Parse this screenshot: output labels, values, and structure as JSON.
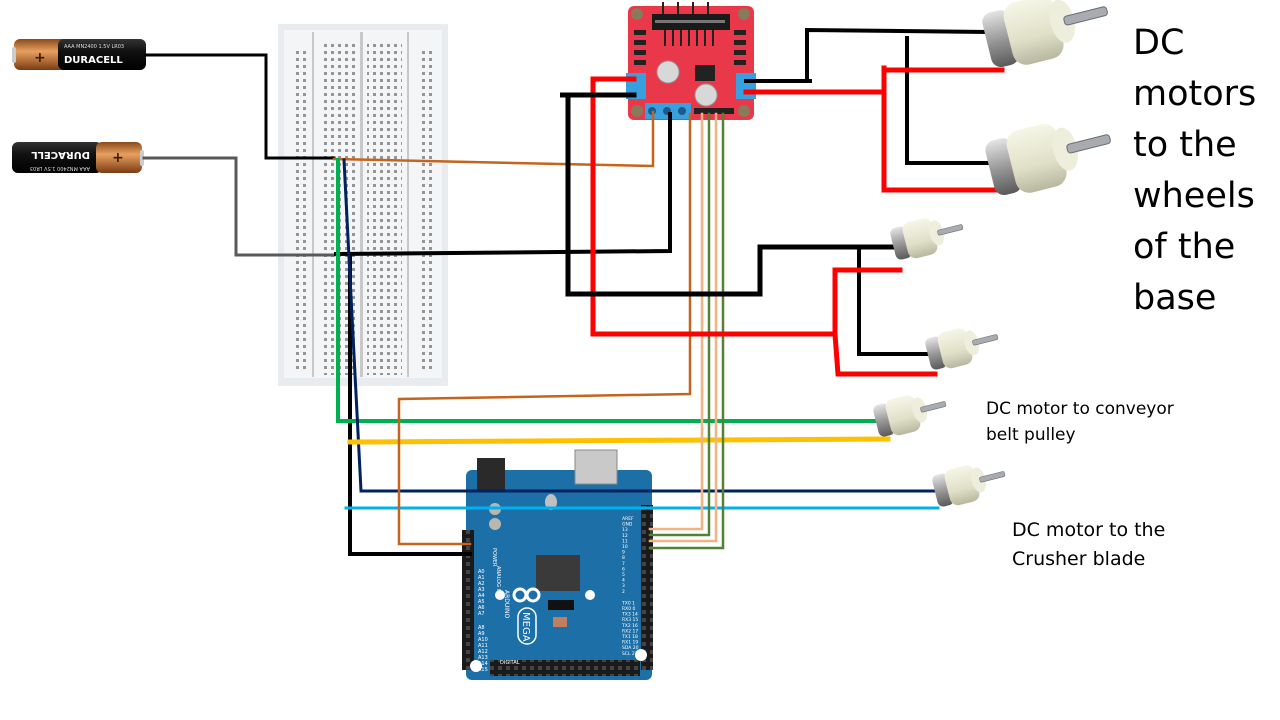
{
  "title": "Wiring diagram: batteries, breadboard, L298N motor driver, Arduino Mega, DC motors",
  "labels": {
    "base_motors": [
      "DC",
      "motors",
      "to the",
      "wheels",
      "of the",
      "base"
    ],
    "conveyor_motor": [
      "DC motor to conveyor",
      "belt pulley"
    ],
    "crusher_motor": [
      "DC motor to the",
      "Crusher blade"
    ]
  },
  "components": {
    "battery_top": {
      "brand": "DURACELL",
      "spec": "AAA  MN2400  1.5V  LR03",
      "polarity": "+"
    },
    "battery_bottom": {
      "brand": "DURACELL",
      "spec": "AAA  MN2400  1.5V  LR03",
      "polarity": "+"
    },
    "breadboard": {
      "name": "breadboard"
    },
    "motor_driver": {
      "name": "L298N motor driver"
    },
    "arduino": {
      "name": "ARDUINO",
      "model": "MEGA",
      "digital_label": "DIGITAL",
      "power_label": "POWER",
      "analog_label": "ANALOG IN",
      "pins_right": [
        "AREF",
        "GND",
        "13",
        "12",
        "11",
        "10",
        "9",
        "8",
        "7",
        "6",
        "5",
        "4",
        "3",
        "2",
        "TX0 1",
        "RX0 0",
        "TX3 14",
        "RX3 15",
        "TX2 16",
        "RX2 17",
        "TX1 18",
        "RX1 19",
        "SDA 20",
        "SCL 21"
      ],
      "pins_left": [
        "A0",
        "A1",
        "A2",
        "A3",
        "A4",
        "A5",
        "A6",
        "A7",
        "A8",
        "A9",
        "A10",
        "A11",
        "A12",
        "A13",
        "A14",
        "A15"
      ]
    },
    "motors": [
      "base-motor-1",
      "base-motor-2",
      "base-motor-3",
      "base-motor-4",
      "conveyor-motor",
      "crusher-motor"
    ]
  },
  "wire_colors": {
    "black": "#000000",
    "red": "#ff0000",
    "brown": "#c5641c",
    "peach": "#f4b183",
    "olive_green": "#548235",
    "green": "#00b050",
    "yellow": "#ffc000",
    "navy": "#002060",
    "sky_blue": "#00b0f0",
    "gray": "#595959"
  }
}
